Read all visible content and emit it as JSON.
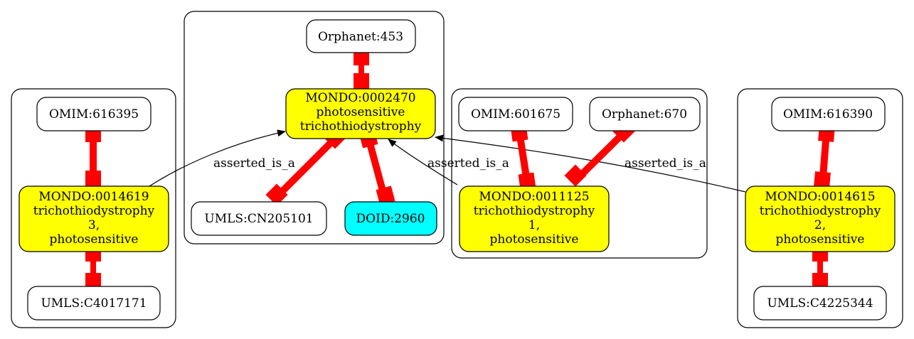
{
  "colors": {
    "edge_red": "#ff0000",
    "highlight_yellow": "#ffff00",
    "highlight_cyan": "#00ffff",
    "default_fill": "#ffffff",
    "stroke": "#000000"
  },
  "nodes": {
    "orphanet_453": [
      "Orphanet:453"
    ],
    "mondo_0002470": [
      "MONDO:0002470",
      "photosensitive",
      "trichothiodystrophy"
    ],
    "umls_cn205101": [
      "UMLS:CN205101"
    ],
    "doid_2960": [
      "DOID:2960"
    ],
    "omim_616395": [
      "OMIM:616395"
    ],
    "mondo_0014619": [
      "MONDO:0014619",
      "trichothiodystrophy",
      "3,",
      "photosensitive"
    ],
    "umls_c4017171": [
      "UMLS:C4017171"
    ],
    "omim_601675": [
      "OMIM:601675"
    ],
    "orphanet_670": [
      "Orphanet:670"
    ],
    "mondo_0011125": [
      "MONDO:0011125",
      "trichothiodystrophy",
      "1,",
      "photosensitive"
    ],
    "omim_616390": [
      "OMIM:616390"
    ],
    "mondo_0014615": [
      "MONDO:0014615",
      "trichothiodystrophy",
      "2,",
      "photosensitive"
    ],
    "umls_c4225344": [
      "UMLS:C4225344"
    ]
  },
  "node_fill": {
    "mondo_0002470": "yellow",
    "mondo_0014619": "yellow",
    "mondo_0011125": "yellow",
    "mondo_0014615": "yellow",
    "doid_2960": "cyan"
  },
  "edges": {
    "asserted_is_a_label": "asserted_is_a"
  }
}
